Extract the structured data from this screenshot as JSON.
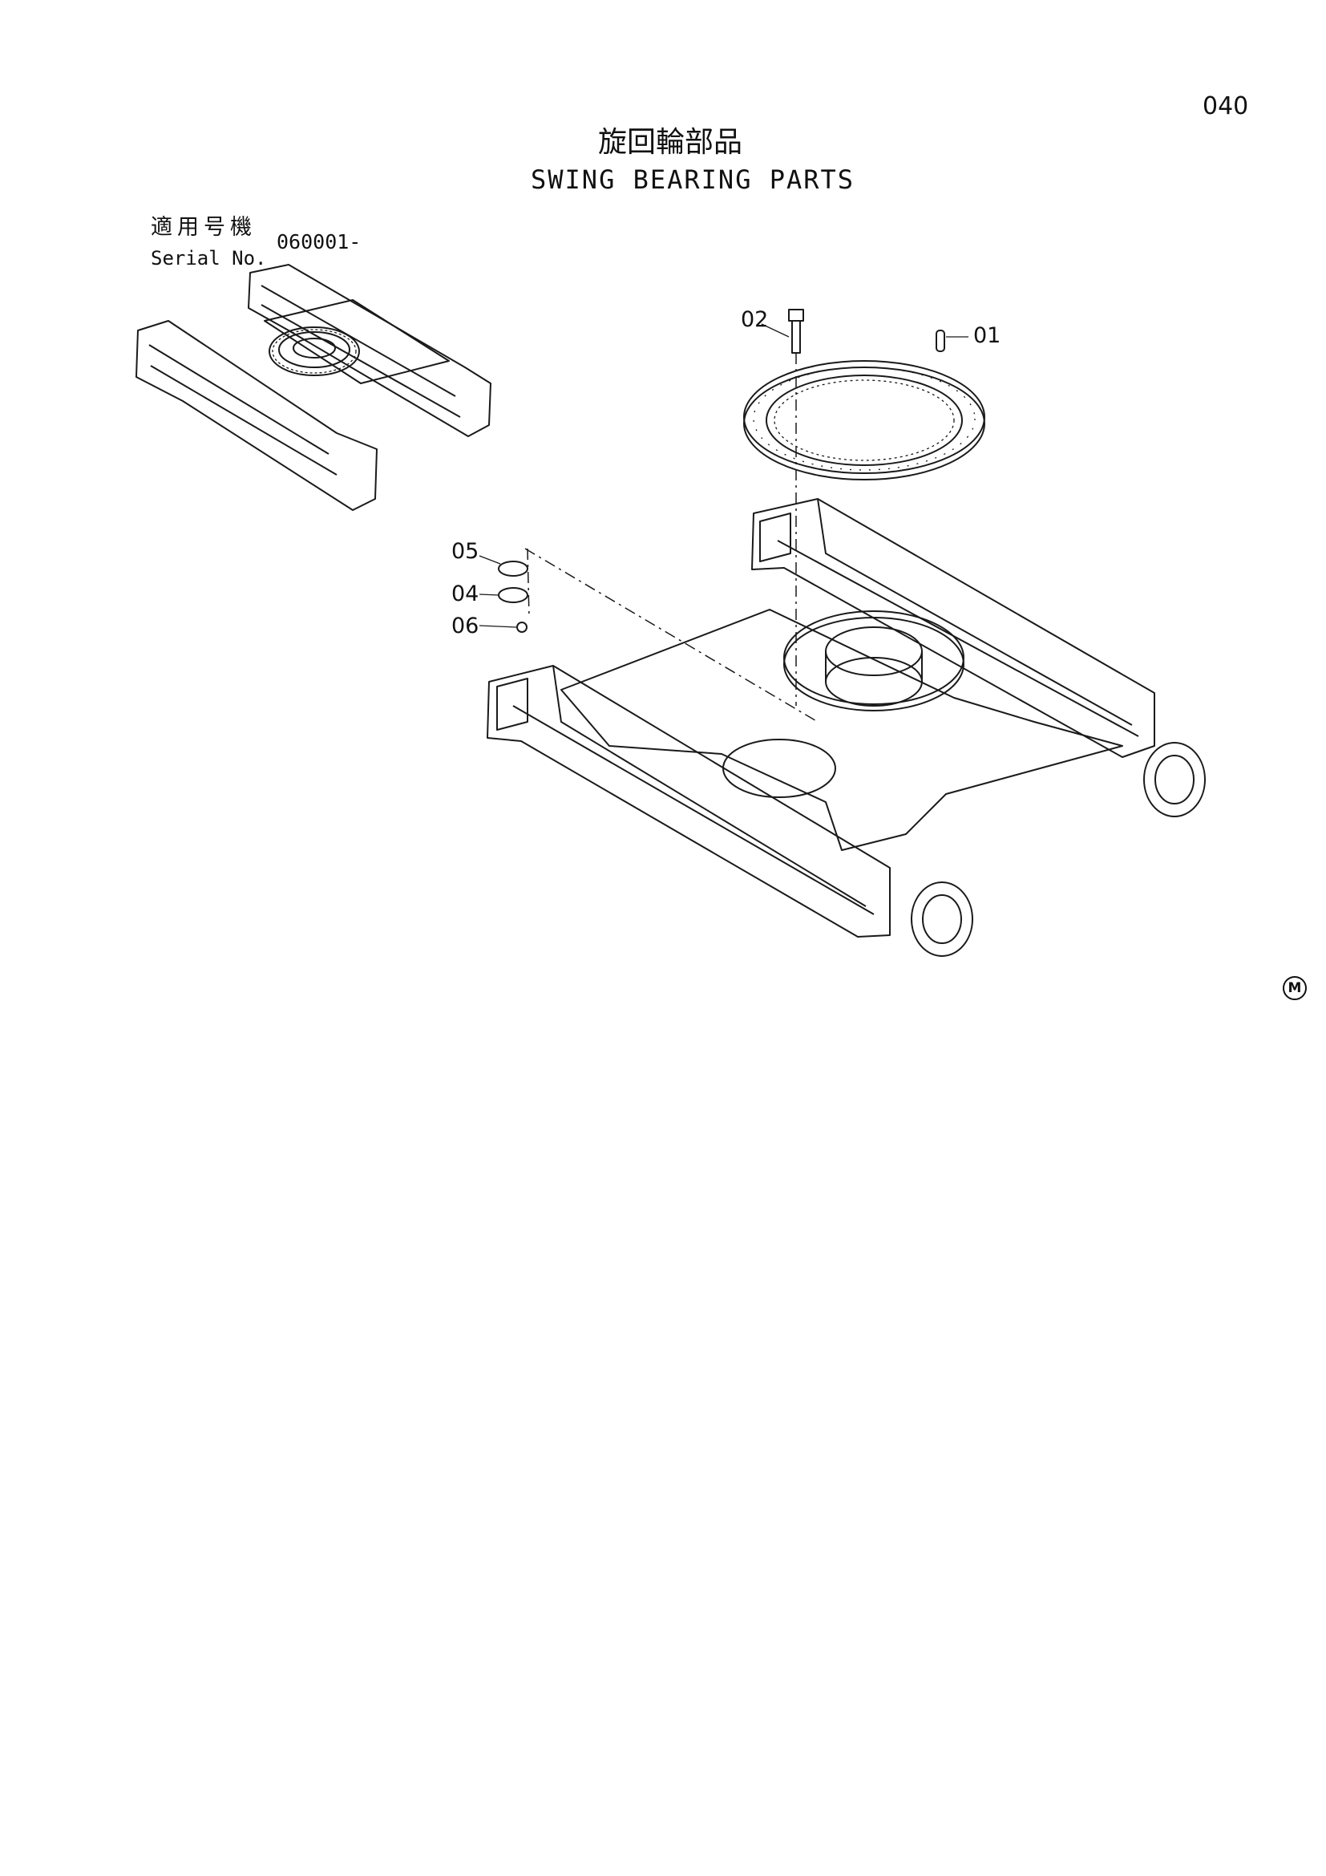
{
  "page": {
    "number": "040"
  },
  "title": {
    "japanese": "旋回輪部品",
    "english": "SWING BEARING PARTS"
  },
  "serial": {
    "label_jp": "適用号機",
    "label_en": "Serial No.",
    "value": "060001-"
  },
  "callouts": [
    "01",
    "02",
    "04",
    "05",
    "06"
  ],
  "mark": "M"
}
